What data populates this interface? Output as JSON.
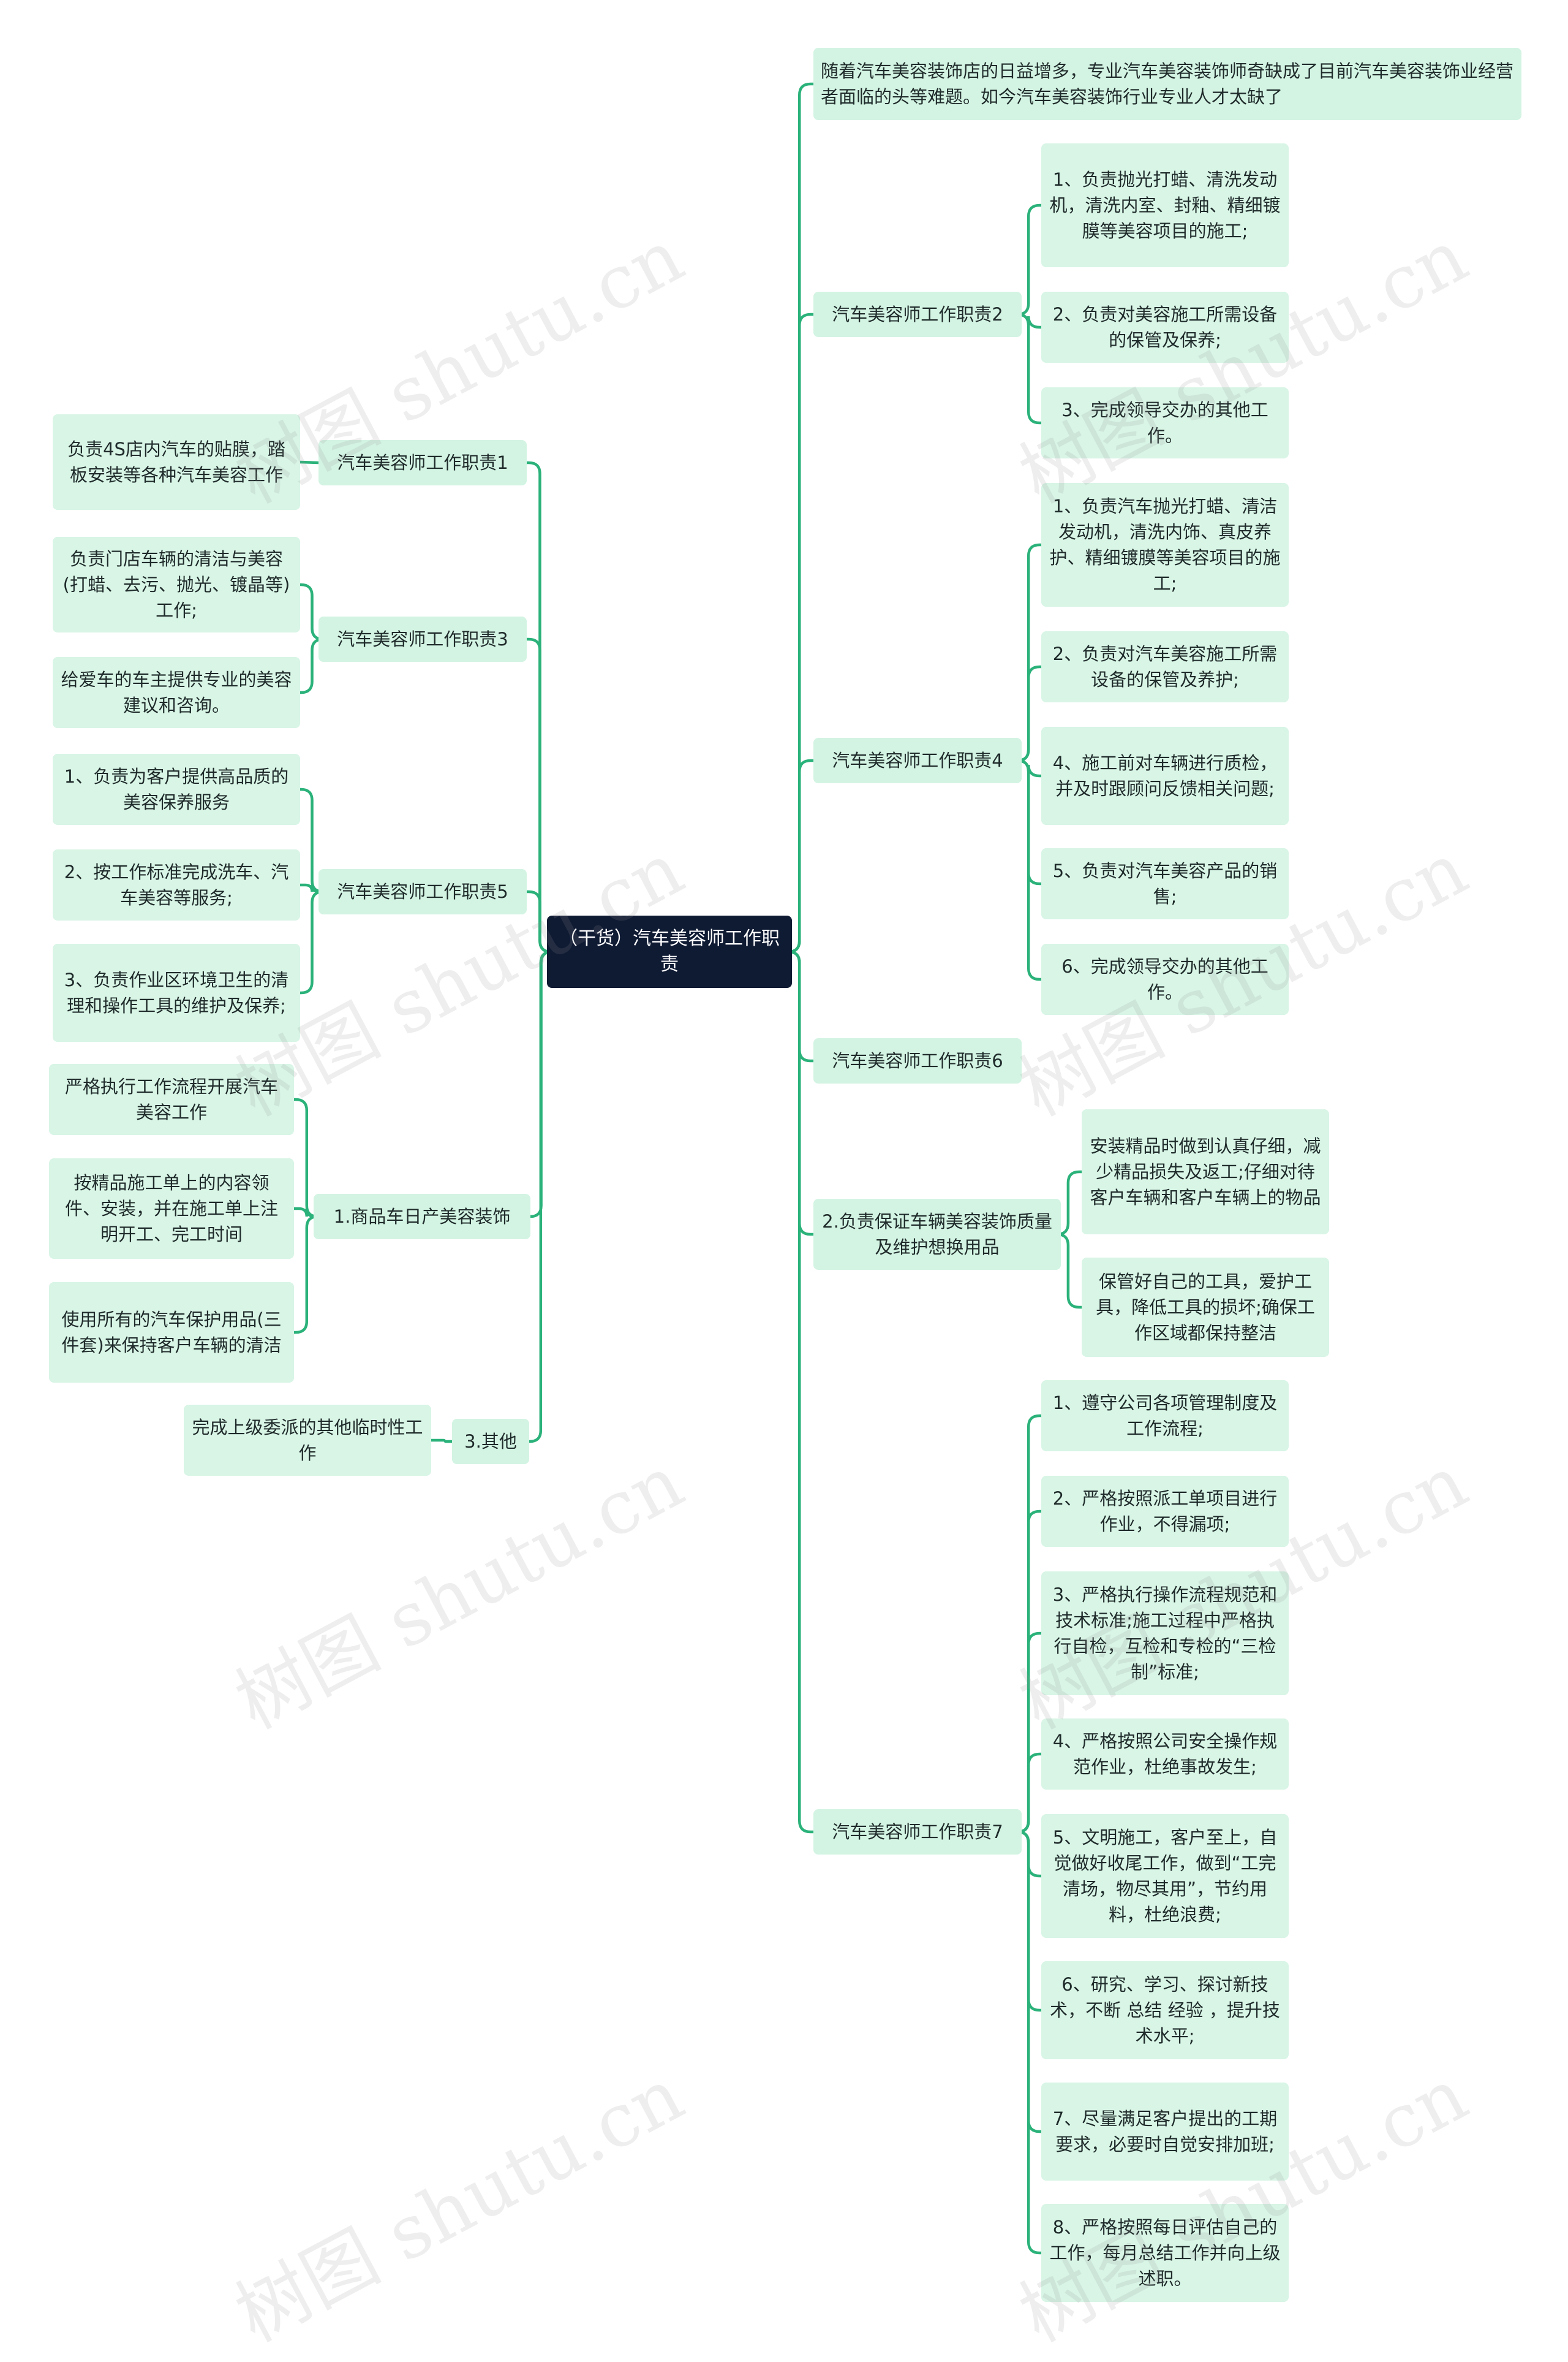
{
  "root": {
    "label": "（干货）汽车美容师工作职责"
  },
  "intro": {
    "label": "随着汽车美容装饰店的日益增多，专业汽车美容装饰师奇缺成了目前汽车美容装饰业经营者面临的头等难题。如今汽车美容装饰行业专业人才太缺了"
  },
  "left": [
    {
      "label": "汽车美容师工作职责1",
      "children": [
        "负责4S店内汽车的贴膜，踏板安装等各种汽车美容工作"
      ]
    },
    {
      "label": "汽车美容师工作职责3",
      "children": [
        "负责门店车辆的清洁与美容(打蜡、去污、抛光、镀晶等)工作;",
        "给爱车的车主提供专业的美容建议和咨询。"
      ]
    },
    {
      "label": "汽车美容师工作职责5",
      "children": [
        "1、负责为客户提供高品质的美容保养服务",
        "2、按工作标准完成洗车、汽车美容等服务;",
        "3、负责作业区环境卫生的清理和操作工具的维护及保养;"
      ]
    },
    {
      "label": "1.商品车日产美容装饰",
      "children": [
        "严格执行工作流程开展汽车美容工作",
        "按精品施工单上的内容领件、安装，并在施工单上注明开工、完工时间",
        "使用所有的汽车保护用品(三件套)来保持客户车辆的清洁"
      ]
    },
    {
      "label": "3.其他",
      "children": [
        "完成上级委派的其他临时性工作"
      ]
    }
  ],
  "right": [
    {
      "label": "汽车美容师工作职责2",
      "children": [
        "1、负责抛光打蜡、清洗发动机，清洗内室、封釉、精细镀膜等美容项目的施工;",
        "2、负责对美容施工所需设备的保管及保养;",
        "3、完成领导交办的其他工作。"
      ]
    },
    {
      "label": "汽车美容师工作职责4",
      "children": [
        "1、负责汽车抛光打蜡、清洁发动机，清洗内饰、真皮养护、精细镀膜等美容项目的施工;",
        "2、负责对汽车美容施工所需设备的保管及养护;",
        "4、施工前对车辆进行质检，并及时跟顾问反馈相关问题;",
        "5、负责对汽车美容产品的销售;",
        "6、完成领导交办的其他工作。"
      ]
    },
    {
      "label": "汽车美容师工作职责6",
      "children": []
    },
    {
      "label": "2.负责保证车辆美容装饰质量及维护想换用品",
      "children": [
        "安装精品时做到认真仔细，减少精品损失及返工;仔细对待客户车辆和客户车辆上的物品",
        "保管好自己的工具，爱护工具，降低工具的损坏;确保工作区域都保持整洁"
      ]
    },
    {
      "label": "汽车美容师工作职责7",
      "children": [
        "1、遵守公司各项管理制度及工作流程;",
        "2、严格按照派工单项目进行作业，不得漏项;",
        "3、严格执行操作流程规范和技术标准;施工过程中严格执行自检，互检和专检的“三检制”标准;",
        "4、严格按照公司安全操作规范作业，杜绝事故发生;",
        "5、文明施工，客户至上，自觉做好收尾工作，做到“工完清场，物尽其用”，节约用料，杜绝浪费;",
        "6、研究、学习、探讨新技术，不断 总结 经验 ，提升技术水平;",
        "7、尽量满足客户提出的工期要求，必要时自觉安排加班;",
        "8、严格按照每日评估自己的工作，每月总结工作并向上级述职。"
      ]
    }
  ],
  "watermark": {
    "text": "树图 shutu.cn"
  },
  "colors": {
    "line": "#2bb27a",
    "node": "#d8f5e6",
    "root": "#0f1a33"
  }
}
